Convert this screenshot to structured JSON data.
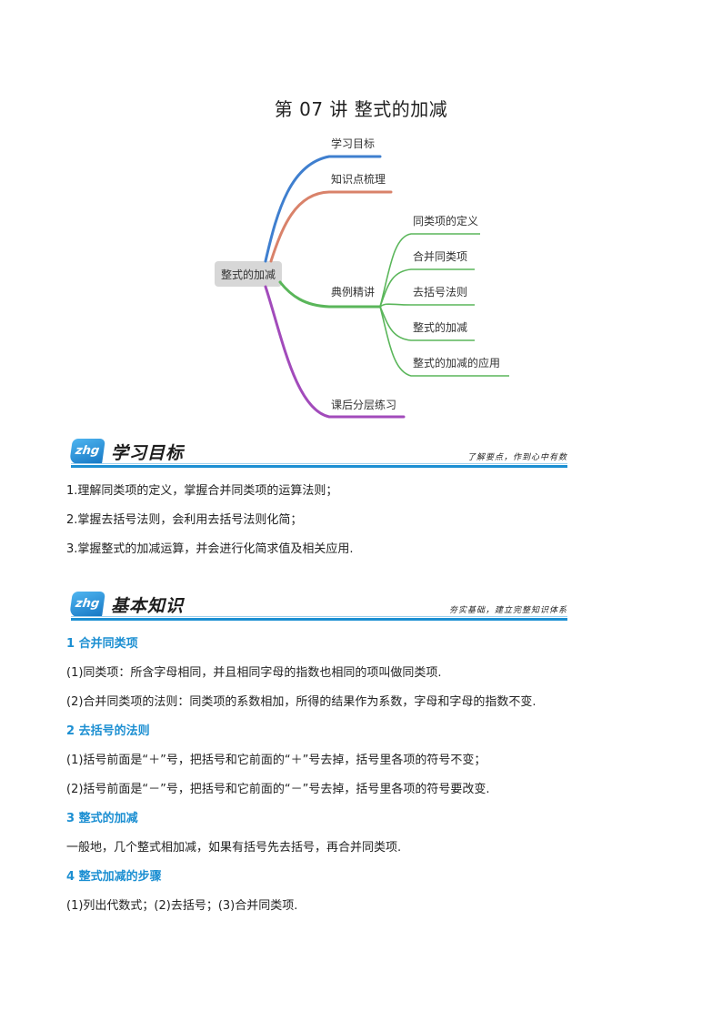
{
  "title": "第 07 讲  整式的加减",
  "mindmap": {
    "root": "整式的加减",
    "branches": [
      {
        "label": "学习目标",
        "color": "#3f7fcf",
        "children": []
      },
      {
        "label": "知识点梳理",
        "color": "#d9826a",
        "children": []
      },
      {
        "label": "典例精讲",
        "color": "#5ab65a",
        "children": [
          "同类项的定义",
          "合并同类项",
          "去括号法则",
          "整式的加减",
          "整式的加减的应用"
        ]
      },
      {
        "label": "课后分层练习",
        "color": "#a24bbb",
        "children": []
      }
    ]
  },
  "section1": {
    "badge": "zhg",
    "heading": "学习目标",
    "tagline": "了解要点，作到心中有数",
    "items": [
      "1.理解同类项的定义，掌握合并同类项的运算法则；",
      "2.掌握去括号法则，会利用去括号法则化简；",
      "3.掌握整式的加减运算，并会进行化简求值及相关应用."
    ]
  },
  "section2": {
    "badge": "zhg",
    "heading": "基本知识",
    "tagline": "夯实基础，建立完整知识体系",
    "topics": [
      {
        "title": "1  合并同类项",
        "lines": [
          "(1)同类项：所含字母相同，并且相同字母的指数也相同的项叫做同类项.",
          "(2)合并同类项的法则：同类项的系数相加，所得的结果作为系数，字母和字母的指数不变."
        ]
      },
      {
        "title": "2  去括号的法则",
        "lines": [
          "(1)括号前面是“＋”号，把括号和它前面的“＋”号去掉，括号里各项的符号不变；",
          "(2)括号前面是“－”号，把括号和它前面的“－”号去掉，括号里各项的符号要改变."
        ]
      },
      {
        "title": "3  整式的加减",
        "lines": [
          "一般地，几个整式相加减，如果有括号先去括号，再合并同类项."
        ]
      },
      {
        "title": "4  整式加减的步骤",
        "lines": [
          "(1)列出代数式；(2)去括号；(3)合并同类项."
        ]
      }
    ]
  }
}
